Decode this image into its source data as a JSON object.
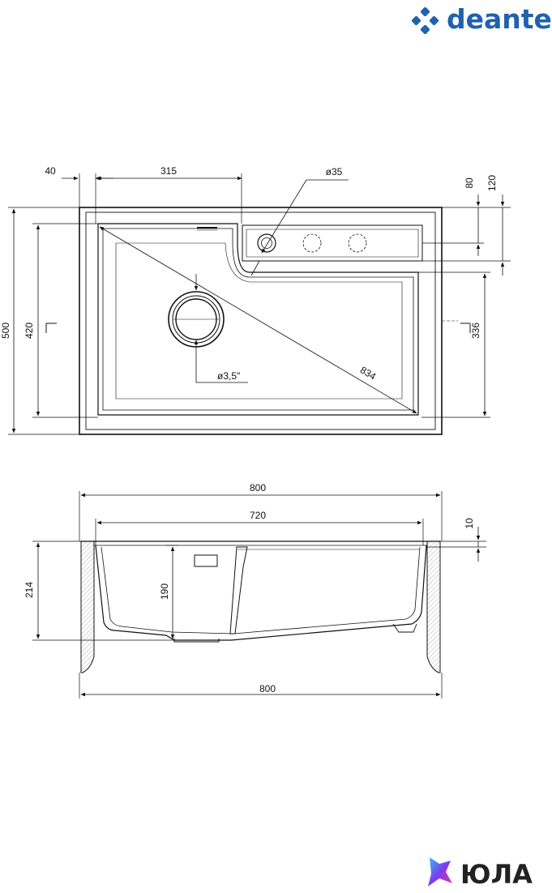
{
  "brand": {
    "name": "deante",
    "color": "#1f62ad",
    "icon": "deante-logo-icon"
  },
  "watermark": {
    "name": "ЮЛА",
    "icon": "yula-logo-icon",
    "gradient": [
      "#2ac6f0",
      "#7b3cf0",
      "#f0389a"
    ]
  },
  "top_view": {
    "dims": {
      "left_offset": "40",
      "drain_position": "315",
      "tap_hole": "ø35",
      "top_offset_a": "80",
      "top_offset_b": "120",
      "total_depth": "500",
      "inner_depth": "420",
      "bowl_depth": "336",
      "drain": "ø3,5\"",
      "diagonal": "834"
    }
  },
  "side_view": {
    "dims": {
      "total_width": "800",
      "inner_width": "720",
      "rim": "10",
      "total_height": "214",
      "bowl_height": "190",
      "bottom_width": "800"
    }
  },
  "colors": {
    "line": "#111111",
    "faint": "#9a9a9a"
  }
}
